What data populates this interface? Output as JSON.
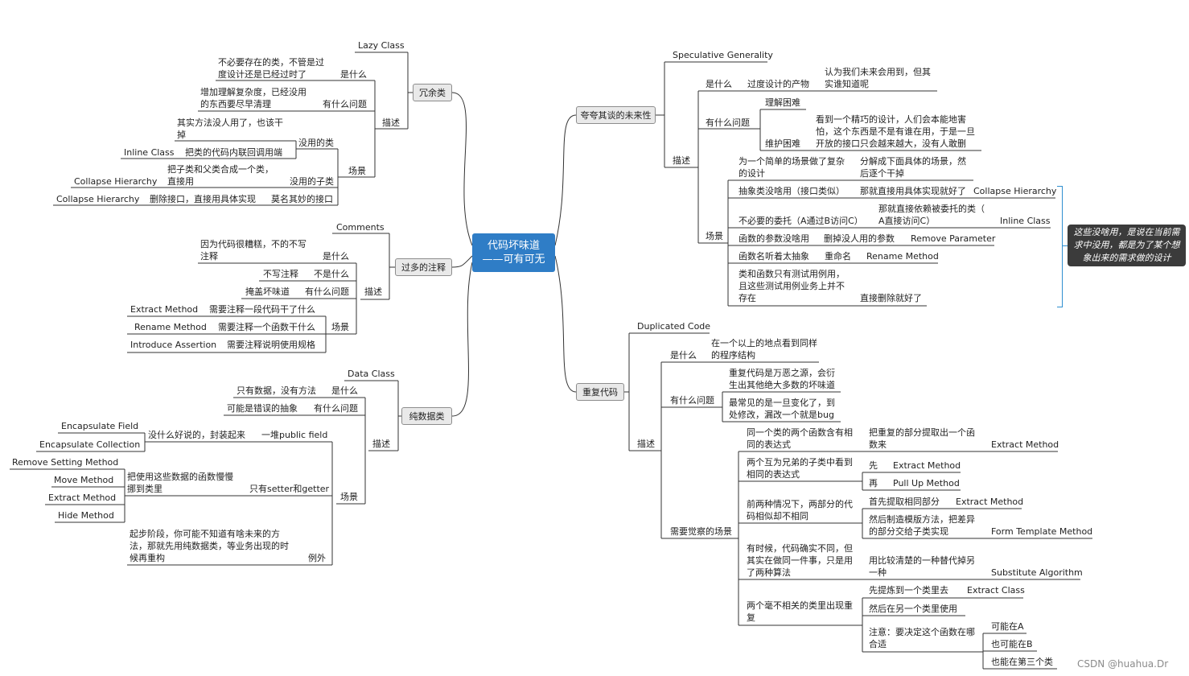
{
  "root": {
    "title": "代码坏味道\n——可有可无"
  },
  "branches": {
    "lazy": "冗余类",
    "speculative": "夸夸其谈的未来性",
    "comments": "过多的注释",
    "duplicated": "重复代码",
    "dataclass": "纯数据类"
  },
  "lazy_class": {
    "title": "Lazy Class",
    "what": "是什么",
    "what_desc": "不必要存在的类，不管是过\n度设计还是已经过时了",
    "problem": "有什么问题",
    "problem_desc": "增加理解复杂度，已经没用\n的东西要尽早清理",
    "describe": "描述",
    "useless_method": "没用的类",
    "useless_method_desc": "其实方法没人用了，也该干\n掉",
    "inline_class": "Inline Class",
    "inline_desc": "把类的代码内联回调用端",
    "useless_subclass": "没用的子类",
    "subclass_desc": "把子类和父类合成一个类，\n直接用",
    "collapse1": "Collapse Hierarchy",
    "odd_interface": "莫名其妙的接口",
    "interface_desc": "删除接口，直接用具体实现",
    "collapse2": "Collapse Hierarchy",
    "scene": "场景"
  },
  "speculative": {
    "title": "Speculative Generality",
    "what": "是什么",
    "what_a": "过度设计的产物",
    "what_b": "认为我们未来会用到，但其\n实谁知道呢",
    "problem": "有什么问题",
    "hard_understand": "理解困难",
    "hard_maintain": "维护困难",
    "maintain_desc": "看到一个精巧的设计，人们会本能地害\n怕，这个东西是不是有谁在用，于是一旦\n开放的接口只会越来越大，没有人敢删",
    "describe": "描述",
    "scene_intro": "为一个简单的场景做了复杂\n的设计",
    "scene_intro_fix": "分解成下面具体的场景，然\n后逐个干掉",
    "abstract": "抽象类没啥用（接口类似）",
    "abstract_fix": "那就直接用具体实现就好了",
    "abstract_tech": "Collapse Hierarchy",
    "delegate": "不必要的委托（A通过B访问C）",
    "delegate_fix": "那就直接依赖被委托的类（\nA直接访问C）",
    "delegate_tech": "Inline Class",
    "param": "函数的参数没啥用",
    "param_fix": "删掉没人用的参数",
    "param_tech": "Remove Parameter",
    "name": "函数名听着太抽象",
    "name_fix": "重命名",
    "name_tech": "Rename Method",
    "test": "类和函数只有测试用例用，\n且这些测试用例业务上并不\n存在",
    "test_fix": "直接删除就好了",
    "scene": "场景",
    "note": "这些没啥用，是说在当前需\n求中没用，都是为了某个想\n象出来的需求做的设计"
  },
  "comments": {
    "title": "Comments",
    "what": "是什么",
    "what_desc": "因为代码很糟糕，不的不写\n注释",
    "not": "不是什么",
    "not_desc": "不写注释",
    "problem": "有什么问题",
    "problem_desc": "掩盖坏味道",
    "describe": "描述",
    "s1": "需要注释一段代码干了什么",
    "s1_tech": "Extract Method",
    "s2": "需要注释一个函数干什么",
    "s2_tech": "Rename Method",
    "s3": "需要注释说明使用规格",
    "s3_tech": "Introduce Assertion",
    "scene": "场景"
  },
  "duplicated": {
    "title": "Duplicated Code",
    "what": "是什么",
    "what_desc": "在一个以上的地点看到同样\n的程序结构",
    "problem": "有什么问题",
    "p1": "重复代码是万恶之源，会衍\n生出其他绝大多数的坏味道",
    "p2": "最常见的是一旦变化了，到\n处修改，漏改一个就是bug",
    "describe": "描述",
    "watch": "需要觉察的场景",
    "c1": "同一个类的两个函数含有相\n同的表达式",
    "c1_fix": "把重复的部分提取出一个函\n数来",
    "c1_tech": "Extract Method",
    "c2": "两个互为兄弟的子类中看到\n相同的表达式",
    "c2_first": "先",
    "c2_first_tech": "Extract Method",
    "c2_then": "再",
    "c2_then_tech": "Pull Up Method",
    "c3": "前两种情况下，两部分的代\n码相似却不相同",
    "c3_a": "首先提取相同部分",
    "c3_a_tech": "Extract Method",
    "c3_b": "然后制造模版方法，把差异\n的部分交给子类实现",
    "c3_b_tech": "Form Template Method",
    "c4": "有时候，代码确实不同，但\n其实在做同一件事，只是用\n了两种算法",
    "c4_fix": "用比较清楚的一种替代掉另\n一种",
    "c4_tech": "Substitute Algorithm",
    "c5": "两个毫不相关的类里出现重\n复",
    "c5_a": "先提炼到一个类里去",
    "c5_a_tech": "Extract Class",
    "c5_b": "然后在另一个类里使用",
    "c5_note": "注意：要决定这个函数在哪\n合适",
    "c5_o1": "可能在A",
    "c5_o2": "也可能在B",
    "c5_o3": "也能在第三个类"
  },
  "data_class": {
    "title": "Data Class",
    "what": "是什么",
    "what_desc": "只有数据，没有方法",
    "problem": "有什么问题",
    "problem_desc": "可能是错误的抽象",
    "describe": "描述",
    "s1": "一堆public field",
    "s1_desc": "没什么好说的，封装起来",
    "s1_t1": "Encapsulate Field",
    "s1_t2": "Encapsulate Collection",
    "s2": "只有setter和getter",
    "s2_desc": "把使用这些数据的函数慢慢\n挪到类里",
    "s2_t1": "Remove Setting Method",
    "s2_t2": "Move Method",
    "s2_t3": "Extract Method",
    "s2_t4": "Hide Method",
    "exception": "例外",
    "exception_desc": "起步阶段，你可能不知道有啥未来的方\n法，那就先用纯数据类，等业务出现的时\n候再重构",
    "scene": "场景"
  },
  "watermark": "CSDN @huahua.Dr"
}
